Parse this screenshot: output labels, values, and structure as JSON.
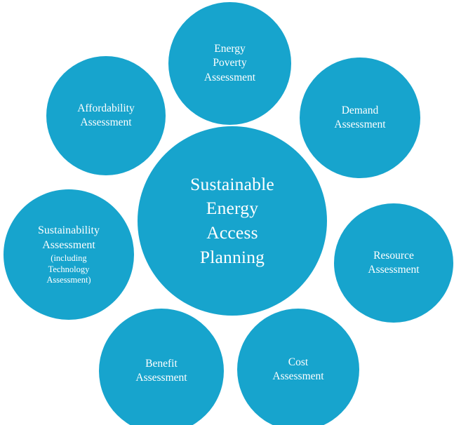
{
  "diagram": {
    "accent_color": "#17a4cd",
    "text_color": "#ffffff",
    "background_color": "#ffffff",
    "center": {
      "label": "Sustainable\nEnergy\nAccess\nPlanning"
    },
    "nodes": [
      {
        "id": "energy-poverty",
        "label": "Energy\nPoverty\nAssessment"
      },
      {
        "id": "affordability",
        "label": "Affordability\nAssessment"
      },
      {
        "id": "demand",
        "label": "Demand\nAssessment"
      },
      {
        "id": "sustainability",
        "label": "Sustainability\nAssessment",
        "sub_label": "(including\nTechnology\nAssessment)"
      },
      {
        "id": "resource",
        "label": "Resource\nAssessment"
      },
      {
        "id": "benefit",
        "label": "Benefit\nAssessment"
      },
      {
        "id": "cost",
        "label": "Cost\nAssessment"
      }
    ]
  }
}
